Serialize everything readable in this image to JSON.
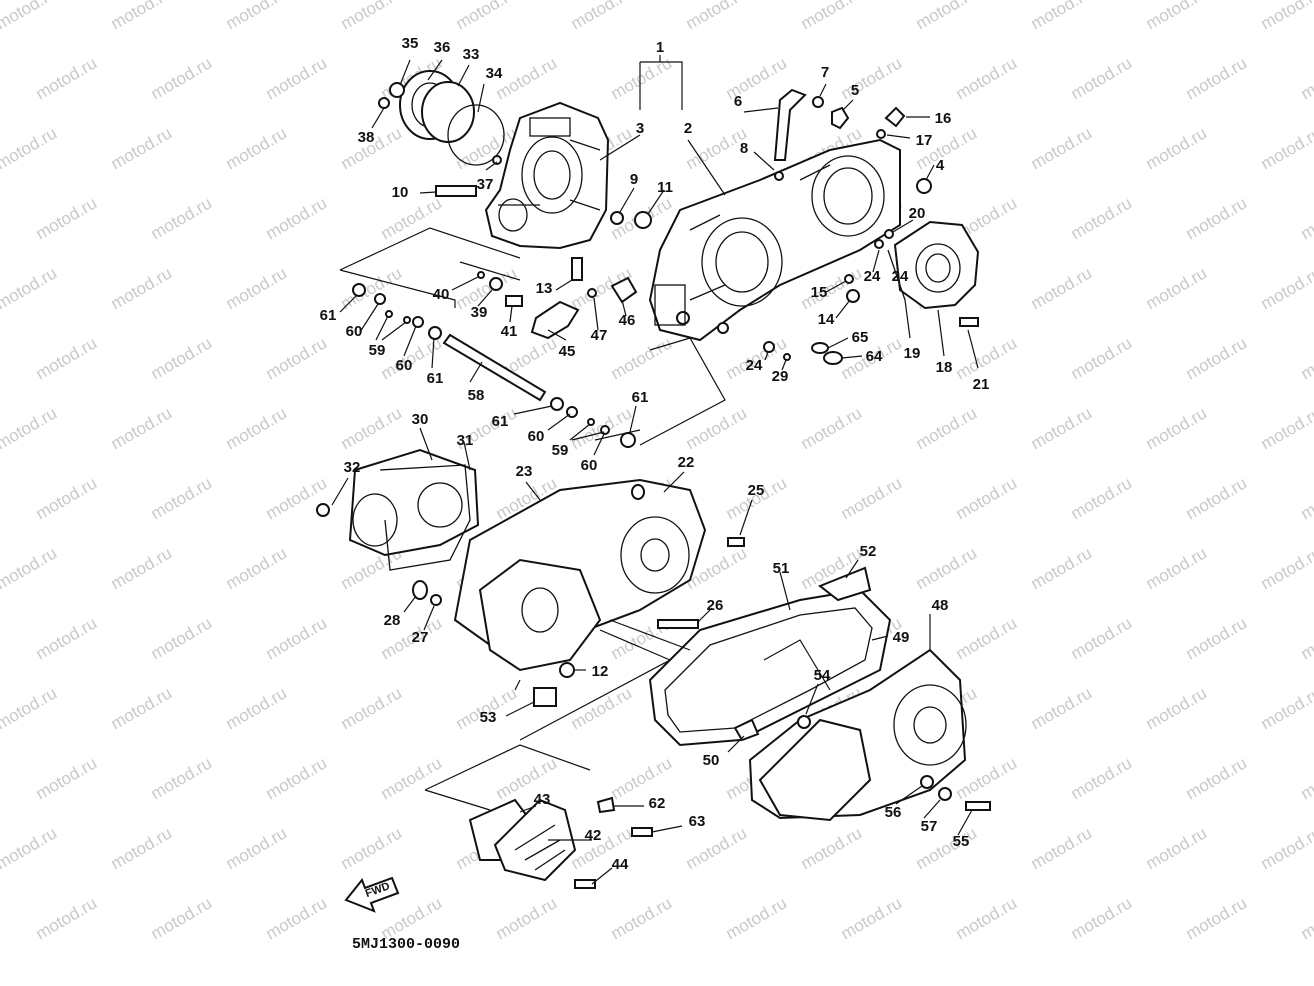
{
  "watermark": "motod.ru",
  "diagram_code": "5MJ1300-0090",
  "fwd_label": "FWD",
  "callouts": [
    "1",
    "2",
    "3",
    "4",
    "5",
    "6",
    "7",
    "8",
    "9",
    "10",
    "11",
    "12",
    "13",
    "14",
    "15",
    "16",
    "17",
    "18",
    "19",
    "20",
    "21",
    "22",
    "23",
    "24",
    "24",
    "24",
    "25",
    "26",
    "27",
    "28",
    "29",
    "30",
    "31",
    "32",
    "33",
    "34",
    "35",
    "36",
    "37",
    "38",
    "39",
    "40",
    "41",
    "42",
    "43",
    "44",
    "45",
    "46",
    "47",
    "48",
    "49",
    "50",
    "51",
    "52",
    "53",
    "54",
    "55",
    "56",
    "57",
    "58",
    "59",
    "59",
    "60",
    "60",
    "60",
    "60",
    "61",
    "61",
    "61",
    "61",
    "62",
    "63",
    "64",
    "65"
  ]
}
